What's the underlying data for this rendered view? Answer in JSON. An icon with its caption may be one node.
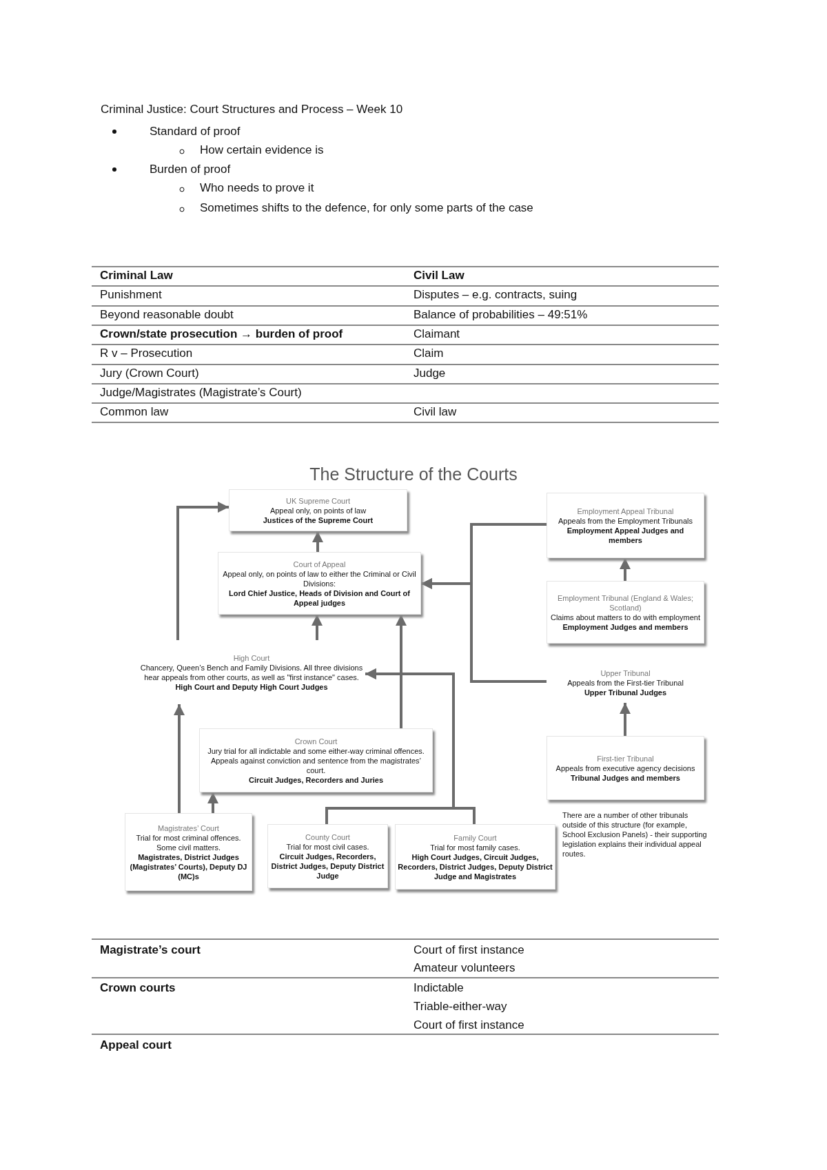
{
  "diagram": {
    "title": "Criminal Justice: Court Structures and Process – Week 10",
    "nodes": [
      {
        "text": [
          "UK Supreme Court",
          "Appeal only, on points of law",
          "Justices of the Supreme Court"
        ]
      },
      {
        "text": [
          "Court of Appeal",
          "Appeal only, on points of law to either the Criminal or Civil Divisions:",
          "Lord Chief Justice, Heads of Division and Court of Appeal judges"
        ]
      },
      {
        "text": [
          "High Court",
          "Chancery, Queen’s Bench and Family Divisions. All three divisions hear appeals from other courts, as well as \"first instance\" cases.",
          "High Court and Deputy High Court Judges"
        ]
      },
      {
        "text": [
          "Crown Court",
          "Jury trial for all indictable and some either-way criminal offences. Appeals against conviction and sentence from the magistrates’ court.",
          "Circuit Judges, Recorders and Juries"
        ]
      },
      {
        "text": [
          "Magistrates’ Court",
          "Trial for most criminal offences. Some civil matters.",
          "Magistrates, District Judges (Magistrates’ Courts), Deputy DJ (MC)s"
        ]
      },
      {
        "text": [
          "County Court",
          "Trial for most civil cases.",
          "Circuit Judges, Recorders, District Judges, Deputy District Judge"
        ]
      },
      {
        "text": [
          "Family Court",
          "Trial for most family cases.",
          "High Court Judges, Circuit Judges, Recorders, District Judges, Deputy District Judge and Magistrates"
        ]
      },
      {
        "text": [
          "Employment Appeal Tribunal",
          "Appeals from the Employment Tribunals",
          "Employment Appeal Judges and members"
        ]
      },
      {
        "text": [
          "Employment Tribunal (England & Wales; Scotland)",
          "Claims about matters to do with employment",
          "Employment Judges and members"
        ]
      },
      {
        "text": [
          "Upper Tribunal",
          "Appeals from the First-tier Tribunal",
          "Upper Tribunal Judges"
        ]
      },
      {
        "text": [
          "First-tier Tribunal",
          "Appeals from executive agency decisions",
          "Tribunal Judges and members"
        ]
      }
    ],
    "edges": [
      {
        "from": 1,
        "to": 0,
        "arrow": "to"
      },
      {
        "from": 2,
        "to": 1,
        "arrow": "to"
      },
      {
        "from": 2,
        "to": 0,
        "arrow": "to"
      },
      {
        "from": 3,
        "to": 1,
        "arrow": "to"
      },
      {
        "from": 4,
        "to": 2,
        "arrow": "to"
      },
      {
        "from": 4,
        "to": 3,
        "arrow": "to"
      },
      {
        "from": 5,
        "to": 2,
        "arrow": "to"
      },
      {
        "from": 6,
        "to": 2,
        "arrow": "to"
      },
      {
        "from": 7,
        "to": 1,
        "arrow": "to"
      },
      {
        "from": 9,
        "to": 1,
        "arrow": "to"
      },
      {
        "from": 8,
        "to": 7,
        "arrow": "to"
      },
      {
        "from": 10,
        "to": 9,
        "arrow": "to"
      }
    ],
    "labels": [
      "Standard of proof",
      "How certain evidence is",
      "Burden of proof",
      "Who needs to prove it",
      "Sometimes shifts to the defence, for only some parts of the case",
      "Criminal Law",
      "Civil Law",
      "Punishment",
      "Disputes – e.g. contracts, suing",
      "Beyond reasonable doubt",
      "Balance of probabilities – 49:51%",
      "Crown/state prosecution → burden of proof",
      "Claimant",
      "R v – Prosecution",
      "Claim",
      "Jury (Crown Court)",
      "Judge",
      "Judge/Magistrates (Magistrate’s Court)",
      "Common law",
      "Civil law",
      "The Structure of the Courts",
      "There are a number of other tribunals outside of this structure (for example, School Exclusion Panels) - their supporting legislation explains their individual appeal routes.",
      "Magistrate’s court",
      "Court of first instance",
      "Amateur volunteers",
      "Crown courts",
      "Indictable",
      "Triable-either-way",
      "Court of first instance",
      "Appeal court"
    ]
  }
}
